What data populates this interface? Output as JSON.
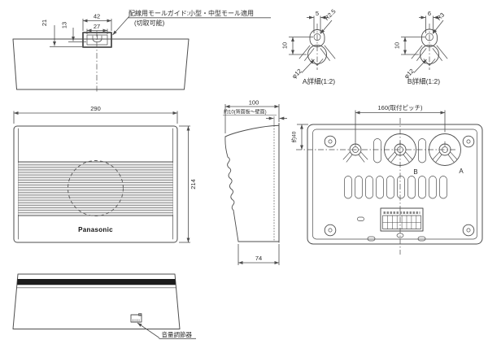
{
  "colors": {
    "line": "#4d4d4d",
    "text": "#2b2b2b",
    "grille_line": "#7d7d7d",
    "black_bar": "#1c1c1c",
    "background": "#ffffff"
  },
  "views": {
    "top": {
      "dim_outer_width": "42",
      "dim_inner_width": "27",
      "dim_depth_outer": "21",
      "dim_depth_inner": "13",
      "callout_line1": "配線用モールガイド:小型・中型モール適用",
      "callout_line2": "(切取可能)"
    },
    "detail_a": {
      "title": "A詳細(1:2)",
      "dim_width": "5",
      "dim_radius": "R2.5",
      "dim_offset": "10",
      "dim_diameter": "φ12"
    },
    "detail_b": {
      "title": "B詳細(1:2)",
      "dim_width": "6",
      "dim_radius": "R3",
      "dim_offset": "10",
      "dim_diameter": "φ12"
    },
    "front": {
      "dim_width": "290",
      "dim_height": "214",
      "brand": "Panasonic"
    },
    "side": {
      "dim_depth": "100",
      "note_wall_gap": "約10(背面板〜壁面)",
      "dim_bottom_depth": "74"
    },
    "back": {
      "dim_pitch": "160(取付ピッチ)",
      "dim_top_offset": "約40",
      "hole_label_a": "A",
      "hole_label_b": "B"
    },
    "bottom": {
      "callout_volume": "音量調節器"
    }
  }
}
